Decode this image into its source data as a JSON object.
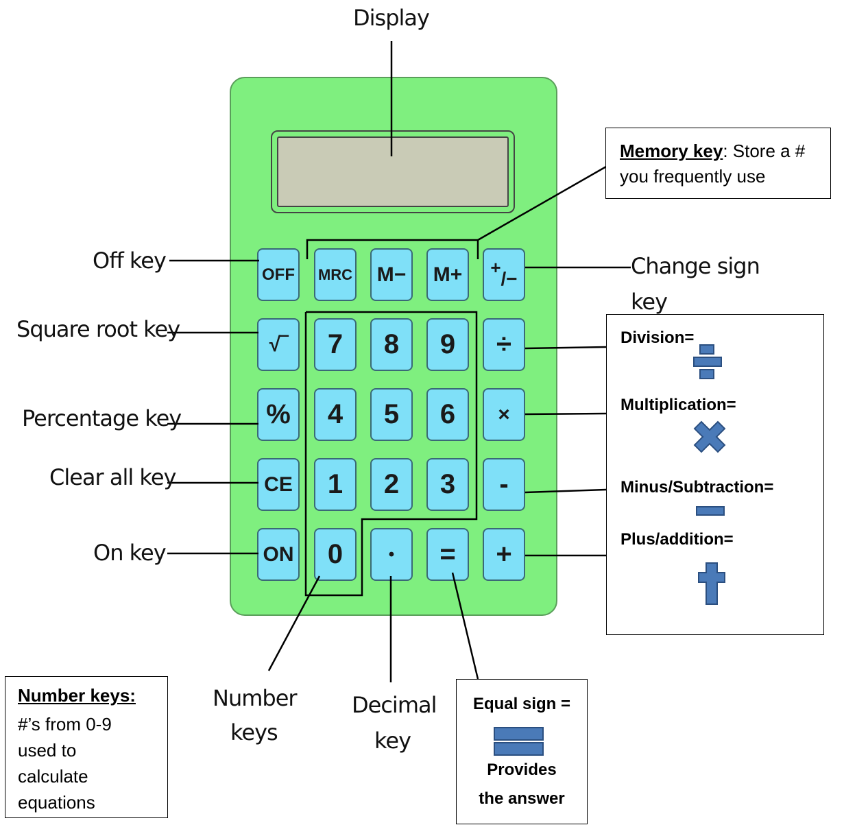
{
  "labels": {
    "display": "Display",
    "off_key": "Off key",
    "square_root_key": "Square root key",
    "percentage_key": "Percentage key",
    "clear_all_key": "Clear all key",
    "on_key": "On key",
    "change_sign_line1": "Change sign",
    "change_sign_line2": "key",
    "number_keys_line1": "Number",
    "number_keys_line2": "keys",
    "decimal_key_line1": "Decimal",
    "decimal_key_line2": "key"
  },
  "memory_box": {
    "title": "Memory key",
    "text_line1": ": Store a #",
    "text_line2": "you frequently use"
  },
  "operations_box": {
    "division": "Division=",
    "multiplication": "Multiplication=",
    "subtraction": "Minus/Subtraction=",
    "addition": "Plus/addition="
  },
  "number_box": {
    "title": "Number keys:",
    "lines": [
      "#’s from 0-9",
      "used to",
      "calculate",
      "equations"
    ]
  },
  "equal_box": {
    "title": "Equal sign =",
    "line1": "Provides",
    "line2": "the answer"
  },
  "keys": {
    "off": "OFF",
    "mrc": "MRC",
    "mminus": "M−",
    "mplus": "M+",
    "plusminus_top": "+",
    "plusminus_bottom": "/−",
    "sqrt": "√‾",
    "seven": "7",
    "eight": "8",
    "nine": "9",
    "divide": "÷",
    "percent": "%",
    "four": "4",
    "five": "5",
    "six": "6",
    "times": "×",
    "ce": "CE",
    "one": "1",
    "two": "2",
    "three": "3",
    "minus": "-",
    "on": "ON",
    "zero": "0",
    "dot": "•",
    "equals": "=",
    "plus": "+"
  },
  "colors": {
    "calculator_body": "#7fef7f",
    "key_fill": "#7fe0f8",
    "screen_fill": "#c9cbb6",
    "symbol_blue": "#4a7ab8"
  }
}
